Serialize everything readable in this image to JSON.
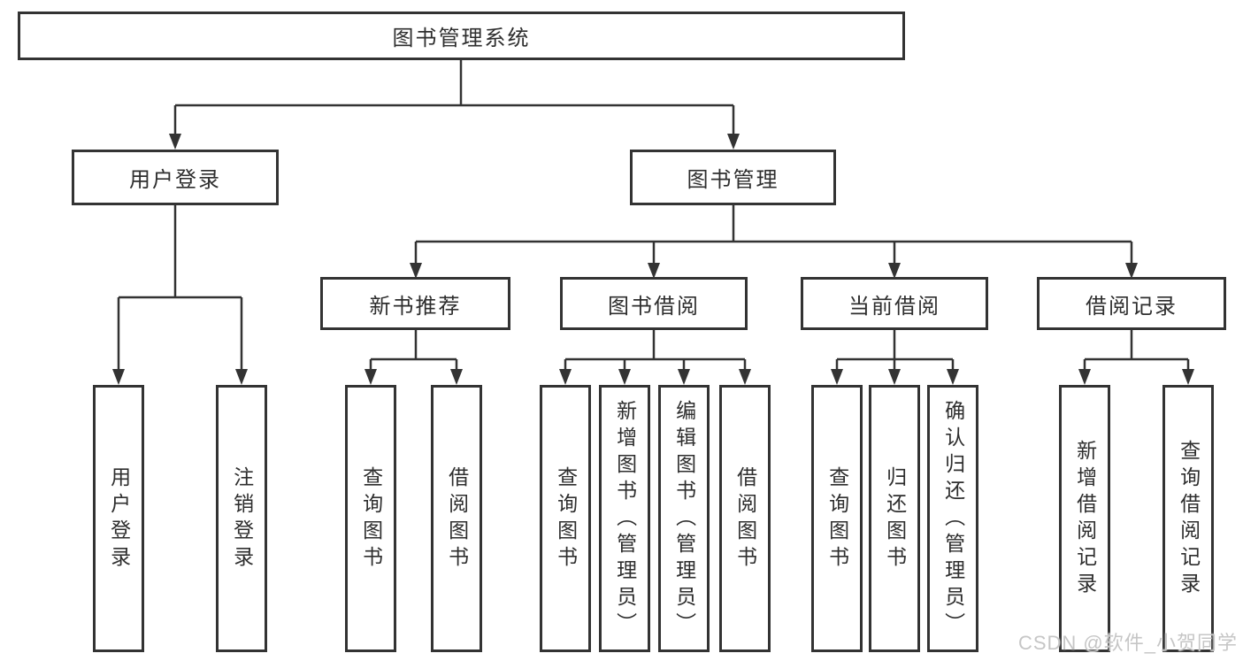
{
  "diagram": {
    "root": "图书管理系统",
    "level2": {
      "user_login": "用户登录",
      "book_management": "图书管理"
    },
    "level3": [
      "新书推荐",
      "图书借阅",
      "当前借阅",
      "借阅记录"
    ],
    "leaves": {
      "login": [
        "用户登录",
        "注销登录"
      ],
      "recommend": [
        "查询图书",
        "借阅图书"
      ],
      "borrow": [
        "查询图书",
        "新增图书（管理员）",
        "编辑图书（管理员）",
        "借阅图书"
      ],
      "current": [
        "查询图书",
        "归还图书",
        "确认归还（管理员）"
      ],
      "records": [
        "新增借阅记录",
        "查询借阅记录"
      ]
    }
  },
  "watermark": "CSDN @软件_小贺同学",
  "colors": {
    "line": "#333333",
    "box_border": "#333333",
    "text": "#2e2e2e",
    "watermark": "#c6c6c6",
    "background": "#ffffff"
  }
}
